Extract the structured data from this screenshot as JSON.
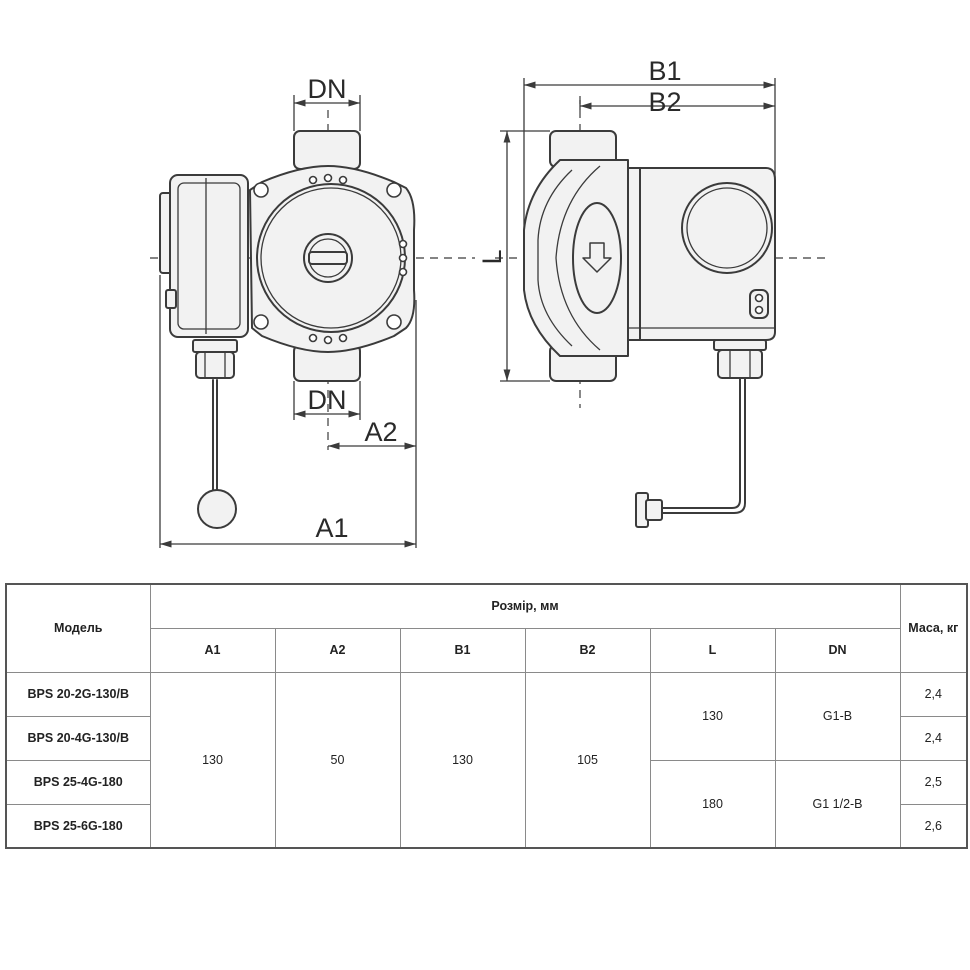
{
  "drawing": {
    "dimension_labels": {
      "dn_top": "DN",
      "dn_bottom": "DN",
      "a1": "A1",
      "a2": "A2",
      "b1": "B1",
      "b2": "B2",
      "l": "L"
    }
  },
  "table": {
    "model_header": "Модель",
    "size_header": "Розмір, мм",
    "mass_header": "Маса, кг",
    "columns": [
      "A1",
      "A2",
      "B1",
      "B2",
      "L",
      "DN"
    ],
    "rows": [
      {
        "model": "BPS 20-2G-130/B",
        "mass": "2,4"
      },
      {
        "model": "BPS 20-4G-130/B",
        "mass": "2,4"
      },
      {
        "model": "BPS 25-4G-180",
        "mass": "2,5"
      },
      {
        "model": "BPS 25-6G-180",
        "mass": "2,6"
      }
    ],
    "shared": {
      "a1": "130",
      "a2": "50",
      "b1": "130",
      "b2": "105",
      "l_group1": "130",
      "dn_group1": "G1-B",
      "l_group2": "180",
      "dn_group2": "G1 1/2-B"
    }
  }
}
